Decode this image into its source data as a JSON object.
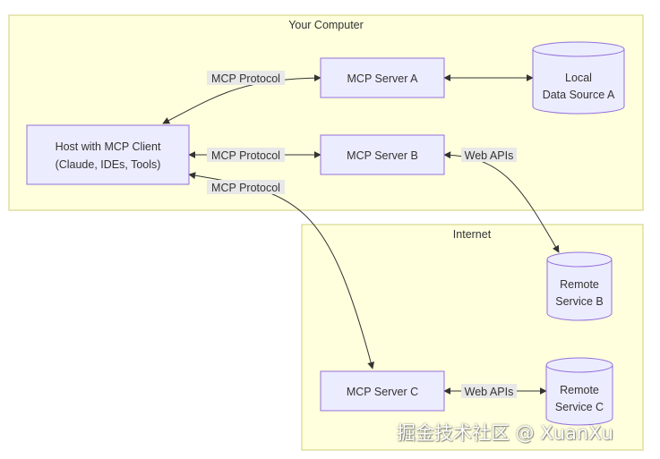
{
  "colors": {
    "cluster_fill": "#ffffde",
    "cluster_stroke": "#cfcf7a",
    "node_fill": "#ececff",
    "node_stroke": "#9370db",
    "edge": "#333333",
    "label_bg": "#e8e8e8"
  },
  "clusters": {
    "your_computer": {
      "title": "Your Computer"
    },
    "internet": {
      "title": "Internet"
    }
  },
  "nodes": {
    "host": {
      "line1": "Host with MCP Client",
      "line2": "(Claude, IDEs, Tools)"
    },
    "server_a": {
      "label": "MCP Server A"
    },
    "server_b": {
      "label": "MCP Server B"
    },
    "server_c": {
      "label": "MCP Server C"
    },
    "local_a": {
      "line1": "Local",
      "line2": "Data Source A"
    },
    "remote_b": {
      "line1": "Remote",
      "line2": "Service B"
    },
    "remote_c": {
      "line1": "Remote",
      "line2": "Service C"
    }
  },
  "edges": {
    "host_server_a": {
      "label": "MCP Protocol"
    },
    "host_server_b": {
      "label": "MCP Protocol"
    },
    "host_server_c": {
      "label": "MCP Protocol"
    },
    "server_b_remote_b": {
      "label": "Web APIs"
    },
    "server_c_remote_c": {
      "label": "Web APIs"
    }
  },
  "watermark": {
    "text": "掘金技术社区 @ XuanXu"
  }
}
